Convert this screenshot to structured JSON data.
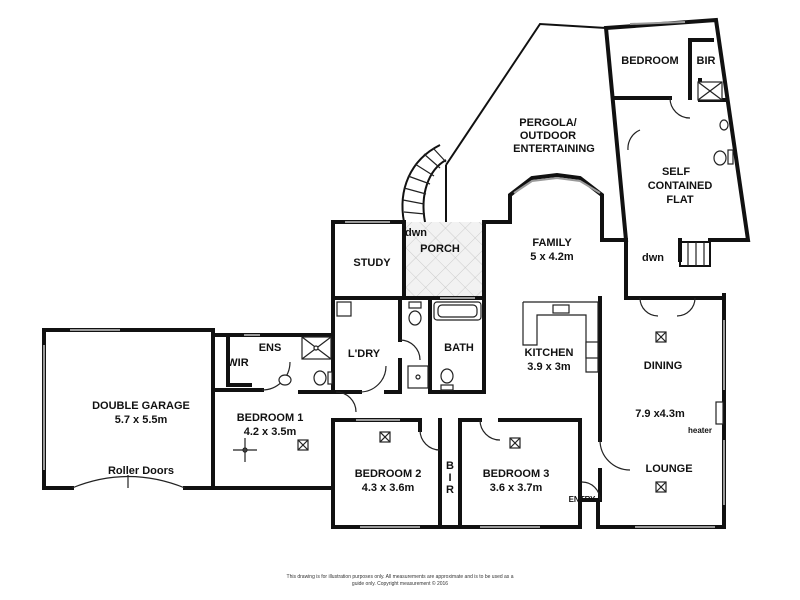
{
  "rooms": {
    "bedroom_flat": {
      "name": "BEDROOM"
    },
    "bir_flat": {
      "name": "BIR"
    },
    "pergola": {
      "line1": "PERGOLA/",
      "line2": "OUTDOOR",
      "line3": "ENTERTAINING"
    },
    "flat": {
      "line1": "SELF",
      "line2": "CONTAINED",
      "line3": "FLAT"
    },
    "porch": {
      "name": "PORCH",
      "dwn": "dwn"
    },
    "study": {
      "name": "STUDY"
    },
    "family": {
      "name": "FAMILY",
      "size": "5 x 4.2m"
    },
    "dwn_right": {
      "name": "dwn"
    },
    "ens": {
      "name": "ENS"
    },
    "wir": {
      "name": "WIR"
    },
    "laundry": {
      "name": "L'DRY"
    },
    "bath": {
      "name": "BATH"
    },
    "kitchen": {
      "name": "KITCHEN",
      "size": "3.9 x 3m"
    },
    "dining": {
      "name": "DINING"
    },
    "garage": {
      "name": "DOUBLE GARAGE",
      "size": "5.7 x 5.5m",
      "doors": "Roller Doors"
    },
    "bedroom1": {
      "name": "BEDROOM 1",
      "size": "4.2 x 3.5m"
    },
    "lounge_size": {
      "size": "7.9 x4.3m",
      "heater": "heater"
    },
    "bedroom2": {
      "name": "BEDROOM 2",
      "size": "4.3 x 3.6m"
    },
    "bir_hall": {
      "b": "B",
      "i": "I",
      "r": "R"
    },
    "bedroom3": {
      "name": "BEDROOM 3",
      "size": "3.6 x 3.7m"
    },
    "lounge": {
      "name": "LOUNGE"
    },
    "entry": {
      "name": "ENTRY"
    }
  },
  "disclaimer": {
    "line1": "This drawing is for illustration purposes only. All measurements are approximate and is to be used as a",
    "line2": "guide only. Copyright measurement © 2016"
  }
}
